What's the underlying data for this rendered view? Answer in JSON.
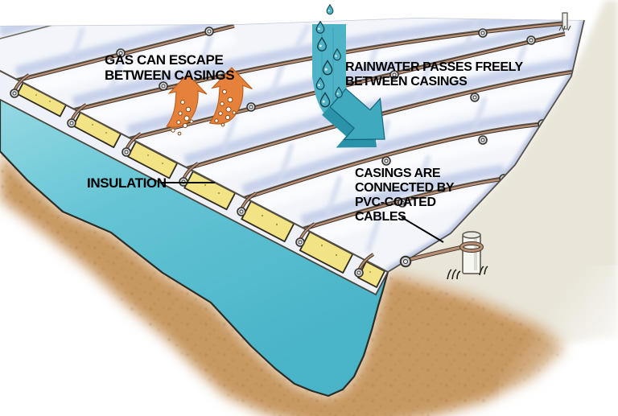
{
  "annotations": {
    "gas_label": {
      "line1": "GAS CAN ESCAPE",
      "line2": "BETWEEN CASINGS"
    },
    "rainwater_label": {
      "line1": "RAINWATER PASSES FREELY",
      "line2": "BETWEEN CASINGS"
    },
    "insulation_label": {
      "text": "INSULATION"
    },
    "cables_label": {
      "line1": "CASINGS ARE",
      "line2": "CONNECTED BY",
      "line3": "PVC-COATED",
      "line4": "CABLES"
    }
  },
  "icons": {
    "gas_arrow": "up-arrow-with-bubbles",
    "rain_arrow": "down-arrow-band",
    "water_drop": "droplet",
    "gas_bubble": "bubble-circle",
    "grommet": "eyelet-ring",
    "anchor_post": "white-post",
    "grass": "grass-tuft"
  },
  "colors": {
    "text": "#000000",
    "water_light": "#9ddde6",
    "water_mid": "#64c4d4",
    "water_deep": "#49b3c8",
    "insulation_yellow": "#f2e384",
    "gas_arrow_orange": "#e5813a",
    "rain_band_teal": "#4fb3c7",
    "rain_head_front": "#3fa9be",
    "rain_head_back": "#2b93a9",
    "cable_brown": "#b78e74",
    "cable_outline": "#3d332a",
    "casing_white": "#f3f5fa",
    "casing_shadow": "#c3cee8",
    "seam_line": "#6b675c",
    "sand_tan": "#c79962",
    "ground_beige": "#e9e5d9",
    "outline_dark": "#2c2c26"
  }
}
